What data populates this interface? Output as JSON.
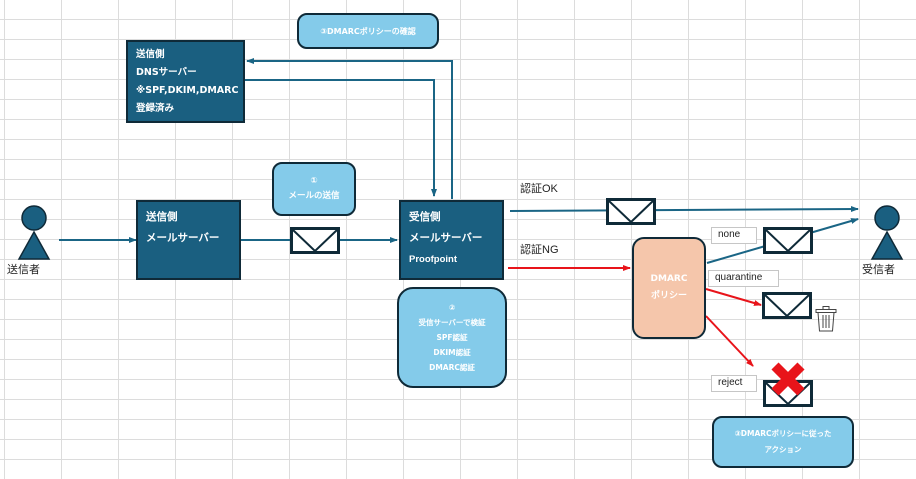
{
  "diagram": {
    "top_note": "③DMARCポリシーの確認",
    "dns_server": {
      "lines": [
        "送信側",
        "DNSサーバー",
        "※SPF,DKIM,DMARC",
        "登録済み"
      ]
    },
    "send_note": {
      "lines": [
        "①",
        "メールの送信"
      ]
    },
    "sender_mail_server": {
      "lines": [
        "送信側",
        "メールサーバー"
      ]
    },
    "receiver_mail_server": {
      "lines": [
        "受信側",
        "メールサーバー",
        "Proofpoint"
      ]
    },
    "verify_note": {
      "lines": [
        "②",
        "受信サーバーで検証",
        "SPF認証",
        "DKIM認証",
        "DMARC認証"
      ]
    },
    "dmarc_policy": {
      "lines": [
        "DMARC",
        "ポリシー"
      ]
    },
    "action_note": {
      "lines": [
        "③DMARCポリシーに従った",
        "アクション"
      ]
    },
    "auth_ok": "認証OK",
    "auth_ng": "認証NG",
    "policy_labels": {
      "none": "none",
      "quarantine": "quarantine",
      "reject": "reject"
    },
    "actors": {
      "sender": "送信者",
      "receiver": "受信者"
    },
    "icons": {
      "mail": "envelope-icon",
      "trash": "trash-icon",
      "reject": "red-x-icon",
      "person": "person-icon"
    },
    "colors": {
      "dark_box": "#1a5f80",
      "light_box": "#84cbea",
      "policy_box": "#f5c6ab",
      "arrow_blue": "#1a6585",
      "arrow_red": "#e8141a",
      "outline": "#0f2a38"
    }
  }
}
